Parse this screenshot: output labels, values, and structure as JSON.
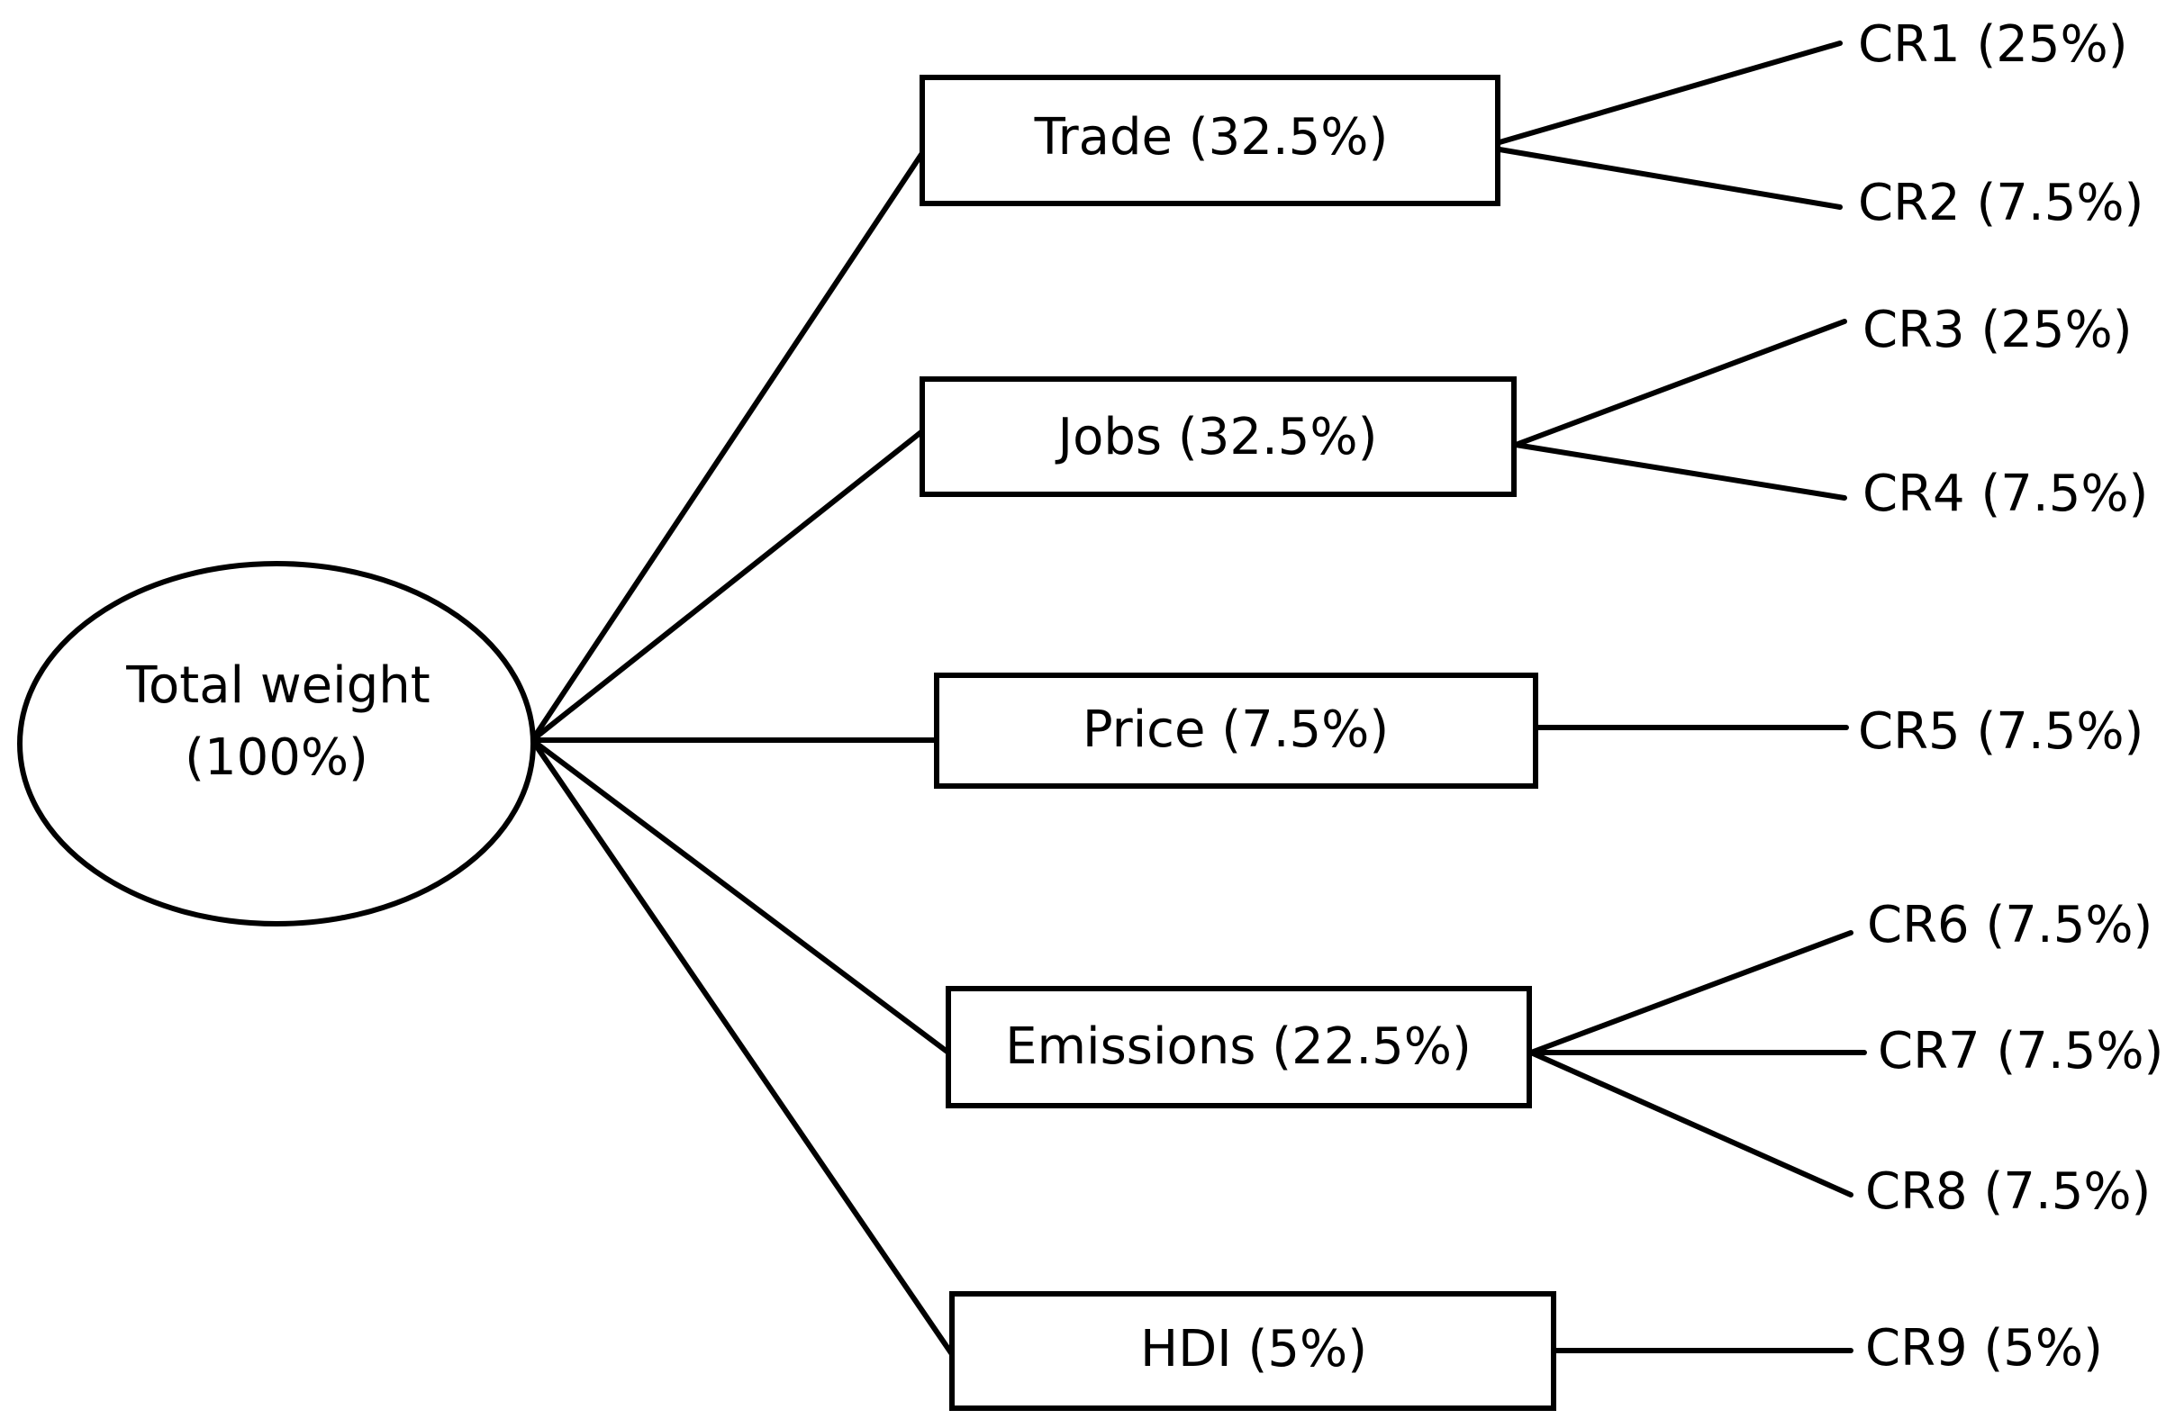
{
  "root": {
    "line1": "Total weight",
    "line2": "(100%)"
  },
  "criteria": [
    {
      "label": "Trade (32.5%)"
    },
    {
      "label": "Jobs (32.5%)"
    },
    {
      "label": "Price (7.5%)"
    },
    {
      "label": "Emissions (22.5%)"
    },
    {
      "label": "HDI (5%)"
    }
  ],
  "subcriteria": [
    {
      "label": "CR1 (25%)"
    },
    {
      "label": "CR2 (7.5%)"
    },
    {
      "label": "CR3 (25%)"
    },
    {
      "label": "CR4 (7.5%)"
    },
    {
      "label": "CR5 (7.5%)"
    },
    {
      "label": "CR6 (7.5%)"
    },
    {
      "label": "CR7 (7.5%)"
    },
    {
      "label": "CR8 (7.5%)"
    },
    {
      "label": "CR9 (5%)"
    }
  ],
  "colors": {
    "stroke": "#000000",
    "background": "#ffffff"
  }
}
